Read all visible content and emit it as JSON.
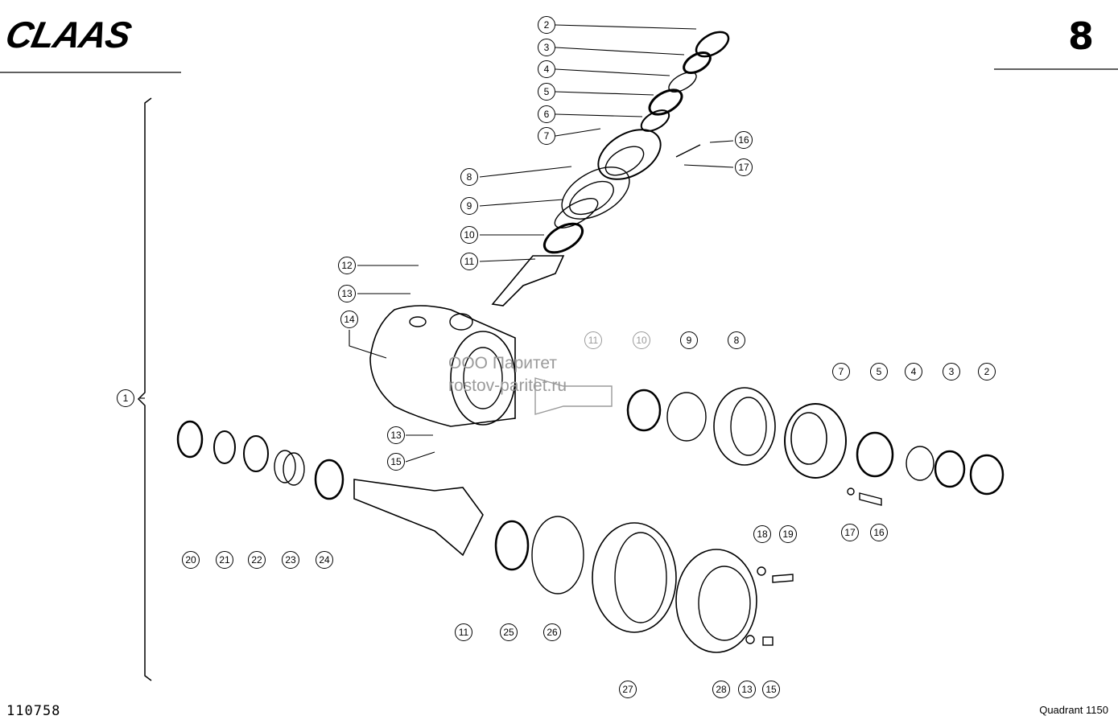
{
  "header": {
    "brand": "CLAAS",
    "page_number": "8"
  },
  "footer": {
    "document_id": "110758",
    "model": "Quadrant 1150"
  },
  "watermark": {
    "line1": "ООО Паритет",
    "line2": "rostov-paritet.ru"
  },
  "callouts": {
    "c1": "1",
    "top_group": [
      "2",
      "3",
      "4",
      "5",
      "6",
      "7",
      "8",
      "9",
      "10",
      "11",
      "12",
      "13",
      "14",
      "16",
      "17"
    ],
    "right_group": [
      "11",
      "10",
      "9",
      "8",
      "7",
      "5",
      "4",
      "3",
      "2",
      "17",
      "16",
      "13",
      "15"
    ],
    "bottom_group": [
      "20",
      "21",
      "22",
      "23",
      "24",
      "11",
      "25",
      "26",
      "27",
      "28",
      "13",
      "15",
      "18",
      "19"
    ]
  },
  "colors": {
    "line": "#000000",
    "watermark": "#9a9a9a",
    "background": "#ffffff"
  }
}
